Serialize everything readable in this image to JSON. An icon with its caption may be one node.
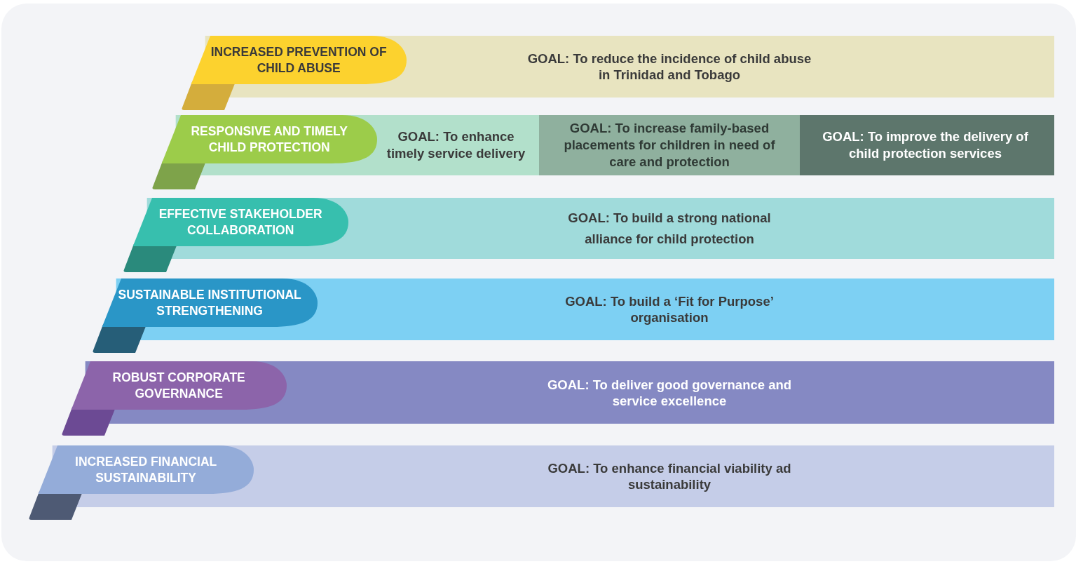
{
  "diagram": {
    "nodes": [
      {
        "text": [
          "INCREASED PREVENTION OF CHILD ABUSE"
        ]
      },
      {
        "text": [
          "GOAL: To reduce the incidence of child abuse in Trinidad and Tobago"
        ]
      },
      {
        "text": [
          "RESPONSIVE AND TIMELY CHILD PROTECTION"
        ]
      },
      {
        "text": [
          "GOAL: To enhance timely service delivery"
        ]
      },
      {
        "text": [
          "GOAL: To increase family-based placements for children in need of care and protection"
        ]
      },
      {
        "text": [
          "GOAL: To improve the delivery of child protection services"
        ]
      },
      {
        "text": [
          "EFFECTIVE STAKEHOLDER COLLABORATION"
        ]
      },
      {
        "text": [
          "GOAL: To build a strong national alliance for child protection"
        ]
      },
      {
        "text": [
          "SUSTAINABLE INSTITUTIONAL STRENGTHENING"
        ]
      },
      {
        "text": [
          "GOAL: To build a ‘Fit for Purpose’ organisation"
        ]
      },
      {
        "text": [
          "ROBUST CORPORATE GOVERNANCE"
        ]
      },
      {
        "text": [
          "GOAL: To deliver good governance and service excellence"
        ]
      },
      {
        "text": [
          "INCREASED FINANCIAL SUSTAINABILITY"
        ]
      },
      {
        "text": [
          "GOAL: To enhance financial viability ad sustainability"
        ]
      }
    ],
    "edges": []
  }
}
